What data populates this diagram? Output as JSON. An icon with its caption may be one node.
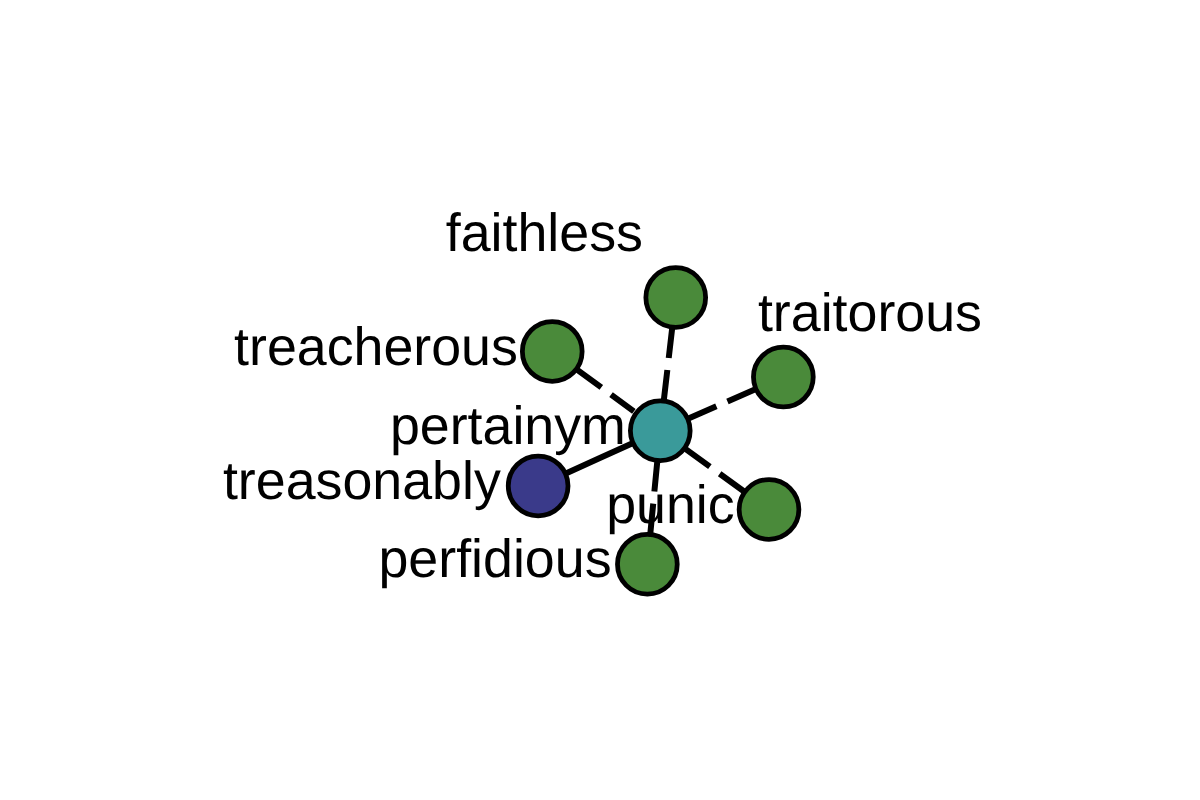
{
  "diagram": {
    "nodes": [
      {
        "text": [],
        "shape": "circle",
        "beside": [
          "faithless"
        ]
      },
      {
        "text": [],
        "shape": "circle",
        "beside": [
          "perfidious"
        ]
      },
      {
        "text": [],
        "shape": "circle",
        "beside": [
          "punic"
        ]
      },
      {
        "text": [],
        "shape": "circle",
        "beside": [
          "pertainym"
        ]
      },
      {
        "text": [],
        "shape": "circle",
        "beside": [
          "treacherous"
        ]
      },
      {
        "text": [],
        "shape": "circle",
        "beside": [
          "treasonably"
        ]
      },
      {
        "text": [],
        "shape": "circle",
        "beside": [
          "traitorous"
        ]
      }
    ],
    "edges": [
      {
        "from": 0,
        "to": 3,
        "arrow": "none",
        "style": "dashed"
      },
      {
        "from": 1,
        "to": 3,
        "arrow": "none",
        "style": "dashed"
      },
      {
        "from": 2,
        "to": 3,
        "arrow": "none",
        "style": "dashed"
      },
      {
        "from": 4,
        "to": 3,
        "arrow": "none",
        "style": "dashed"
      },
      {
        "from": 6,
        "to": 3,
        "arrow": "none",
        "style": "dashed"
      },
      {
        "from": 3,
        "to": 5,
        "arrow": "none"
      }
    ]
  }
}
